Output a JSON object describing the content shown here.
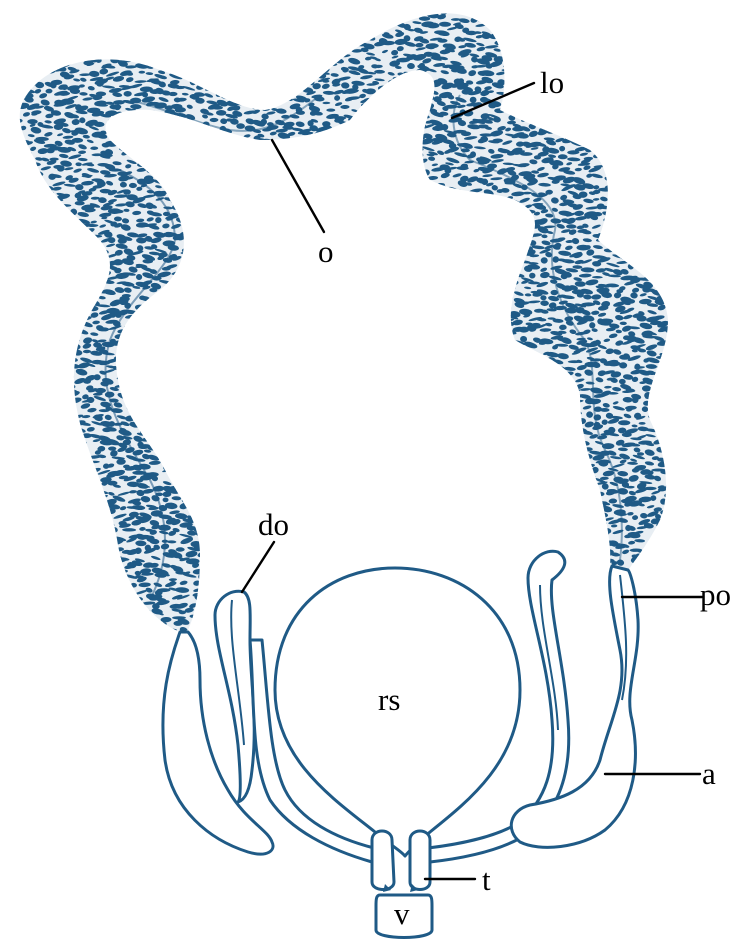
{
  "colors": {
    "tissue": "#1f5a86",
    "outline": "#1f5a86",
    "leader": "#000000",
    "label": "#000000",
    "background": "#ffffff"
  },
  "labels": {
    "lo": "lo",
    "o": "o",
    "do": "do",
    "po": "po",
    "rs": "rs",
    "a": "a",
    "t": "t",
    "v": "v"
  }
}
